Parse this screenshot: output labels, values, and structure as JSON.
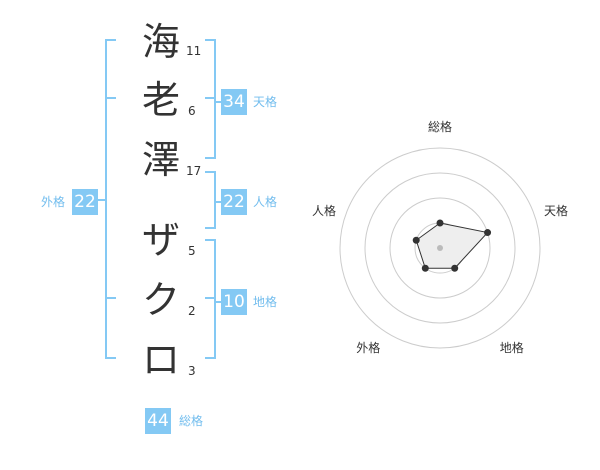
{
  "name": {
    "characters": [
      {
        "char": "海",
        "strokes": "11"
      },
      {
        "char": "老",
        "strokes": "6"
      },
      {
        "char": "澤",
        "strokes": "17"
      },
      {
        "char": "ザ",
        "strokes": "5"
      },
      {
        "char": "ク",
        "strokes": "2"
      },
      {
        "char": "ロ",
        "strokes": "3"
      }
    ]
  },
  "fortunes": {
    "tenkaku": {
      "value": "34",
      "label": "天格"
    },
    "jinkaku": {
      "value": "22",
      "label": "人格"
    },
    "chikaku": {
      "value": "10",
      "label": "地格"
    },
    "gaikaku": {
      "value": "22",
      "label": "外格"
    },
    "soukaku": {
      "value": "44",
      "label": "総格"
    }
  },
  "colors": {
    "accent": "#84c9f4",
    "accent_text": "#72bdee",
    "text": "#333333",
    "grid": "#cccccc",
    "fill": "#eeeeee"
  },
  "chart_data": {
    "type": "radar",
    "axes": [
      "総格",
      "天格",
      "地格",
      "外格",
      "人格"
    ],
    "levels": 4,
    "range": [
      0,
      4
    ],
    "values": [
      1,
      2,
      1,
      1,
      1
    ]
  }
}
